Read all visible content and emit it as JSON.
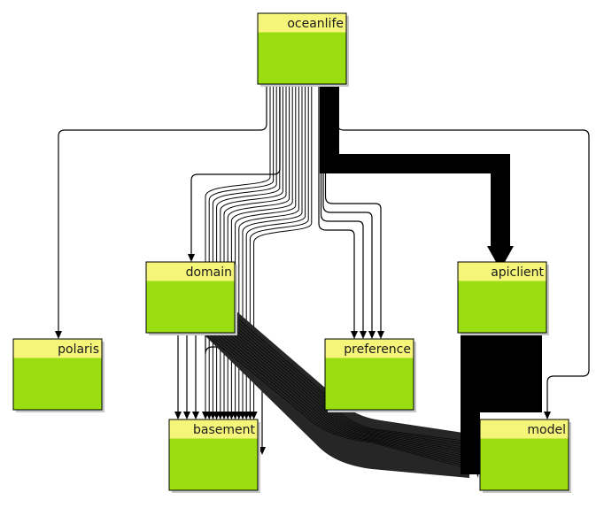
{
  "diagram": {
    "title": "Package dependency graph",
    "colors": {
      "node_header": "#f5f57a",
      "node_body": "#9ade12",
      "edge": "#000000",
      "background": "#ffffff"
    },
    "nodes": [
      {
        "id": "oceanlife",
        "label": "oceanlife"
      },
      {
        "id": "polaris",
        "label": "polaris"
      },
      {
        "id": "domain",
        "label": "domain"
      },
      {
        "id": "preference",
        "label": "preference"
      },
      {
        "id": "apiclient",
        "label": "apiclient"
      },
      {
        "id": "basement",
        "label": "basement"
      },
      {
        "id": "model",
        "label": "model"
      }
    ],
    "edges": [
      {
        "from": "oceanlife",
        "to": "polaris",
        "weight": 1
      },
      {
        "from": "oceanlife",
        "to": "domain",
        "weight": 1
      },
      {
        "from": "oceanlife",
        "to": "basement",
        "weight": 14
      },
      {
        "from": "oceanlife",
        "to": "preference",
        "weight": 4
      },
      {
        "from": "oceanlife",
        "to": "apiclient",
        "weight": 40
      },
      {
        "from": "oceanlife",
        "to": "model",
        "weight": 1
      },
      {
        "from": "domain",
        "to": "basement",
        "weight": 4
      },
      {
        "from": "domain",
        "to": "model",
        "weight": 30
      },
      {
        "from": "apiclient",
        "to": "model",
        "weight": 60
      }
    ]
  }
}
